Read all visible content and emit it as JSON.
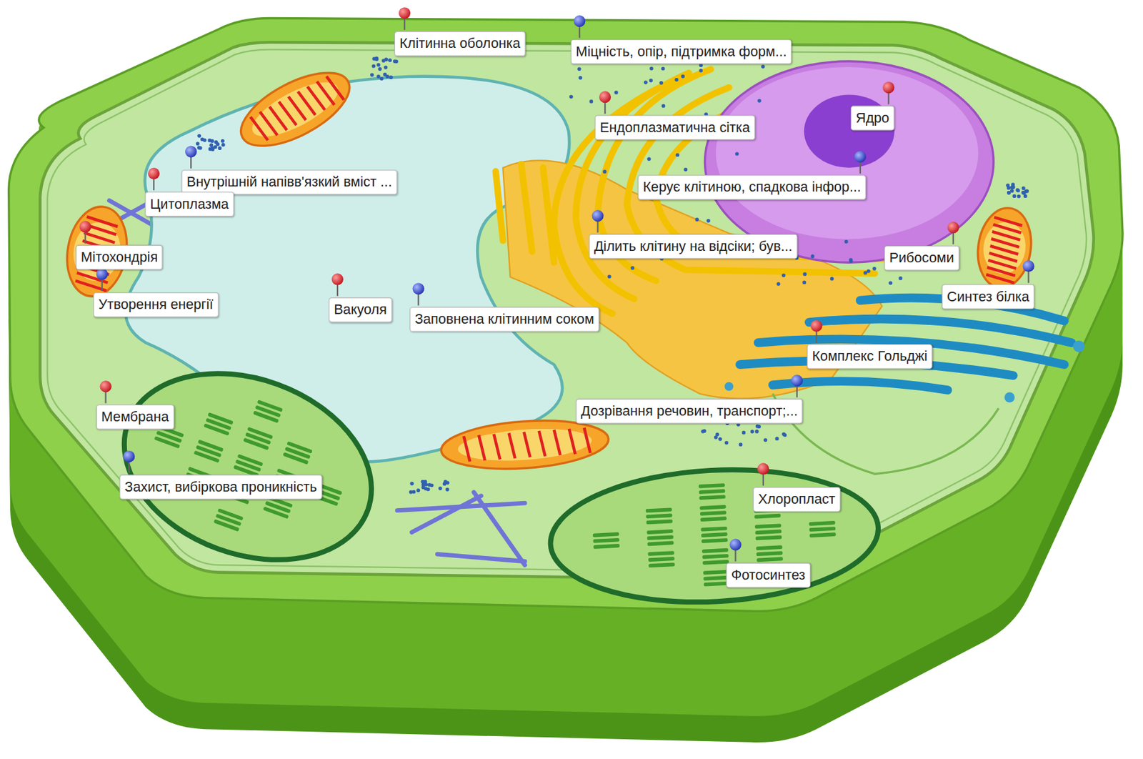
{
  "diagram": {
    "labels": [
      "Клітинна оболонка",
      "Міцність, опір, підтримка форм...",
      "Ендоплазматична сітка",
      "Ядро",
      "Внутрішній напівв'язкий вміст ...",
      "Цитоплазма",
      "Керує клітиною, спадкова інфор...",
      "Ділить клітину на відсіки; був...",
      "Рибосоми",
      "Мітохондрія",
      "Утворення енергії",
      "Вакуоля",
      "Заповнена клітинним соком",
      "Синтез білка",
      "Комплекс Гольджі",
      "Мембрана",
      "Дозрівання речовин, транспорт;...",
      "Захист, вибіркова проникність",
      "Хлоропласт",
      "Фотосинтез"
    ]
  }
}
